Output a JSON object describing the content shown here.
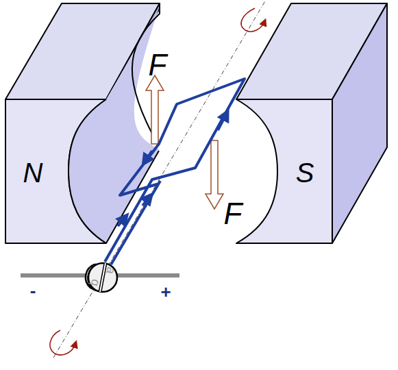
{
  "diagram": {
    "labels": [
      "F",
      "N",
      "S",
      "F",
      "a",
      "b",
      "-",
      "+"
    ]
  }
}
